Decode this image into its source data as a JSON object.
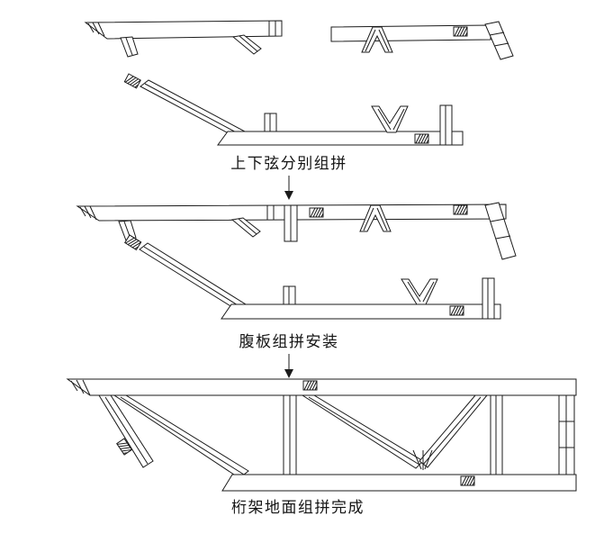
{
  "diagram": {
    "type": "assembly-process-flow",
    "stages": [
      {
        "caption": "上下弦分别组拼"
      },
      {
        "caption": "腹板组拼安装"
      },
      {
        "caption": "桁架地面组拼完成"
      }
    ],
    "colors": {
      "line": "#1b1b1b",
      "background": "#ffffff",
      "text": "#151515"
    }
  }
}
